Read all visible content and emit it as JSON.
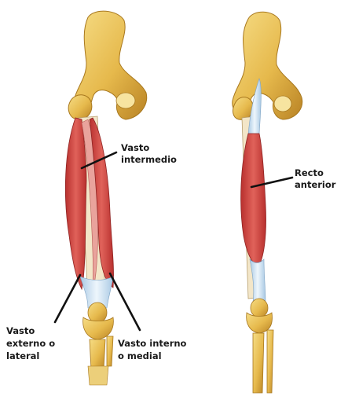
{
  "labels": {
    "vasto_intermedio": [
      "Vasto",
      "intermedio"
    ],
    "recto_anterior": [
      "Recto",
      "anterior"
    ],
    "vasto_externo": [
      "Vasto",
      "externo o",
      "lateral"
    ],
    "vasto_interno": [
      "Vasto interno",
      "o medial"
    ]
  },
  "colors": {
    "bone": "#e8c25a",
    "bone_shadow": "#c8962a",
    "muscle": "#d24a45",
    "muscle_light": "#ea8a80",
    "tendon": "#c9dff0",
    "leader": "#111111"
  }
}
